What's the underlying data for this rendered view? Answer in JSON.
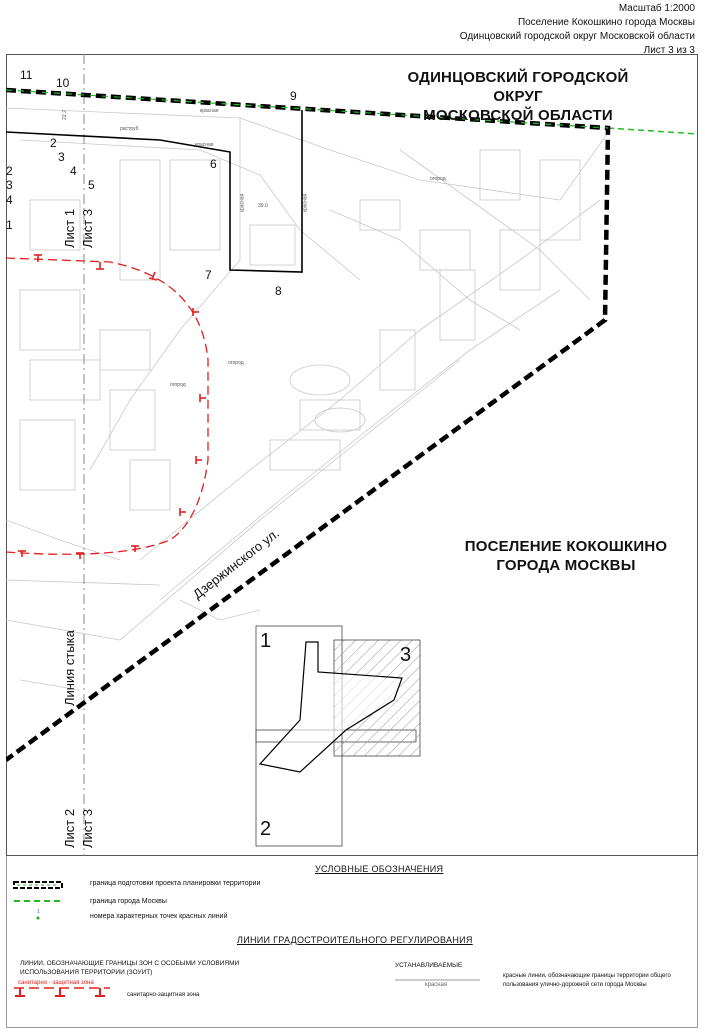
{
  "header": {
    "scale": "Масштаб 1:2000",
    "line2": "Поселение Кокошкино города Москвы",
    "line3": "Одинцовский городской округ Московской области",
    "sheet": "Лист 3 из 3"
  },
  "regions": {
    "odintsovo": [
      "ОДИНЦОВСКИЙ ГОРОДСКОЙ ОКРУГ",
      "МОСКОВСКОЙ ОБЛАСТИ"
    ],
    "kokoshkino": [
      "ПОСЕЛЕНИЕ КОКОШКИНО",
      "ГОРОДА МОСКВЫ"
    ]
  },
  "points": [
    "11",
    "10",
    "9",
    "2",
    "3",
    "4",
    "5",
    "6",
    "7",
    "8",
    "1"
  ],
  "sheet_labels": {
    "top": [
      "Лист 1",
      "Лист 3"
    ],
    "bottom": [
      "Лист 2",
      "Лист 3"
    ],
    "junction": "Линия стыка"
  },
  "street": "Дзержинского ул.",
  "map_small_labels": {
    "krasnaya1": "красная",
    "krasnaya2": "красная",
    "krasnaya3": "красная",
    "krasnaya4": "красная",
    "rastrub": "раструб",
    "dim": "39.0",
    "v222": "22.2",
    "ogorod1": "огород",
    "ogorod2": "огород",
    "ogorod3": "огород"
  },
  "inset": {
    "n1": "1",
    "n2": "2",
    "n3": "3"
  },
  "legend": {
    "title": "УСЛОВНЫЕ ОБОЗНАЧЕНИЯ",
    "items": [
      "граница подготовки проекта планировки территории",
      "граница города Москвы",
      "номера характерных точек красных линий"
    ],
    "point_marker": "1",
    "section_title": "ЛИНИИ ГРАДОСТРОИТЕЛЬНОГО РЕГУЛИРОВАНИЯ",
    "zouit_title": "ЛИНИИ, ОБОЗНАЧАЮЩИЕ ГРАНИЦЫ ЗОН С ОСОБЫМИ УСЛОВИЯМИ ИСПОЛЬЗОВАНИЯ ТЕРРИТОРИИ (ЗОУИТ)",
    "szz_sample": "санитарно - защитная зона",
    "szz_label": "санитарно-защитная зона",
    "established": "УСТАНАВЛИВАЕМЫЕ",
    "red_sample": "красная",
    "red_desc": "красные линии, обозначающие границы территории общего пользования улично-дорожной сети города Москвы"
  },
  "colors": {
    "boundary": "#000000",
    "moscow_border": "#22bb22",
    "szz": "#e02020",
    "basemap": "#c8c8c8"
  }
}
